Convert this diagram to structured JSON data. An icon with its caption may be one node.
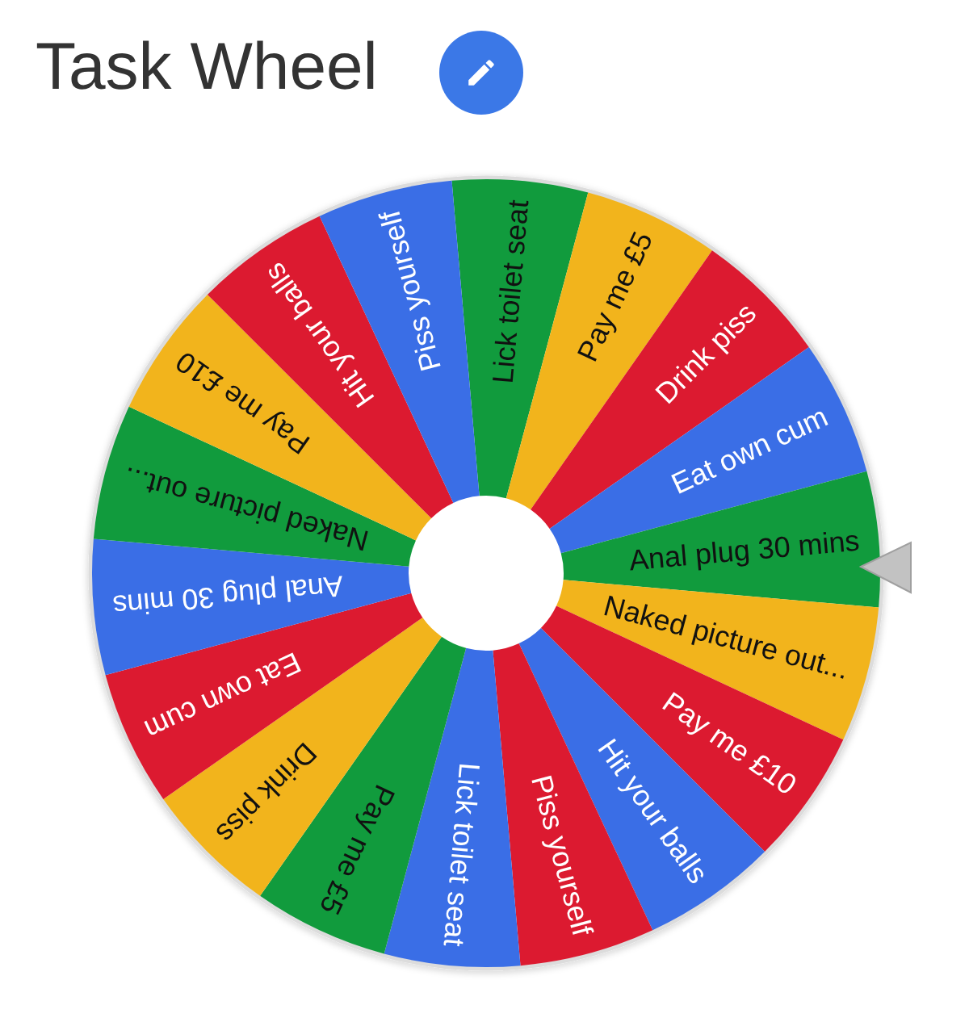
{
  "diagram": {
    "title": "Task Wheel",
    "nodes": [
      {
        "text": [
          "Lick toilet seat"
        ]
      },
      {
        "text": [
          "Pay me £5"
        ]
      },
      {
        "text": [
          "Drink piss"
        ]
      },
      {
        "text": [
          "Eat own cum"
        ]
      },
      {
        "text": [
          "Anal plug 30 mins"
        ]
      },
      {
        "text": [
          "Naked picture out..."
        ]
      },
      {
        "text": [
          "Pay me £10"
        ]
      },
      {
        "text": [
          "Hit your balls"
        ]
      },
      {
        "text": [
          "Piss yourself"
        ]
      },
      {
        "text": [
          "Lick toilet seat"
        ]
      },
      {
        "text": [
          "Pay me £5"
        ]
      },
      {
        "text": [
          "Drink piss"
        ]
      },
      {
        "text": [
          "Eat own cum"
        ]
      },
      {
        "text": [
          "Anal plug 30 mins"
        ]
      },
      {
        "text": [
          "Naked picture out..."
        ]
      },
      {
        "text": [
          "Pay me £10"
        ]
      },
      {
        "text": [
          "Hit your balls"
        ]
      },
      {
        "text": [
          "Piss yourself"
        ]
      }
    ]
  }
}
